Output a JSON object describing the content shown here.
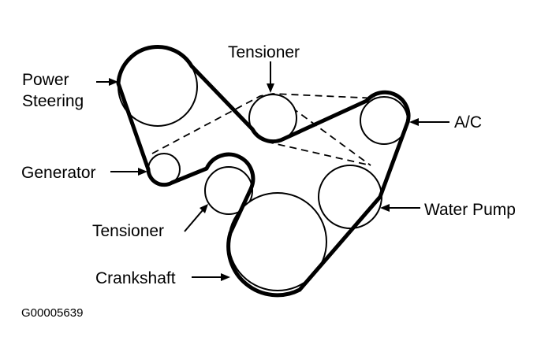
{
  "labels": {
    "power_steering_line1": "Power",
    "power_steering_line2": "Steering",
    "tensioner_top": "Tensioner",
    "ac": "A/C",
    "generator": "Generator",
    "water_pump": "Water Pump",
    "tensioner_lower": "Tensioner",
    "crankshaft": "Crankshaft"
  },
  "figure_code": "G00005639"
}
